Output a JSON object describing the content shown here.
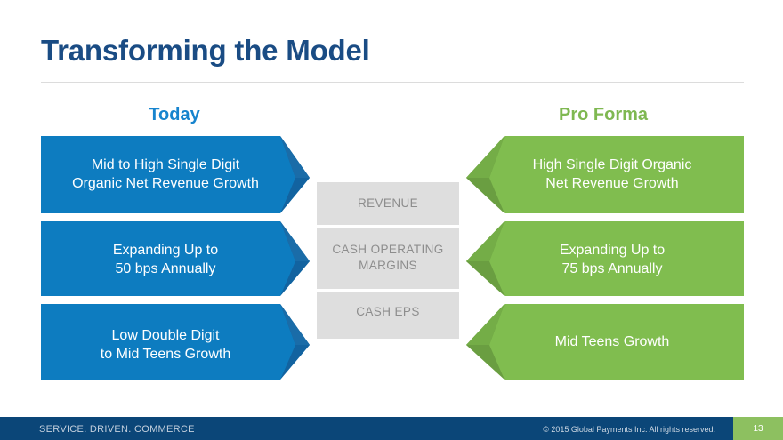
{
  "slide": {
    "title": "Transforming the Model",
    "page_number": "13"
  },
  "columns": {
    "left_heading": "Today",
    "right_heading": "Pro Forma"
  },
  "rows": [
    {
      "metric": "REVENUE",
      "today": "Mid to High Single Digit\nOrganic Net Revenue Growth",
      "pro_forma": "High Single Digit Organic\nNet Revenue Growth"
    },
    {
      "metric": "CASH OPERATING\nMARGINS",
      "today": "Expanding Up to\n50 bps Annually",
      "pro_forma": "Expanding Up to\n75 bps Annually"
    },
    {
      "metric": "CASH EPS",
      "today": "Low Double Digit\nto Mid Teens Growth",
      "pro_forma": "Mid Teens Growth"
    }
  ],
  "footer": {
    "tagline": "SERVICE. DRIVEN. COMMERCE",
    "copyright": "© 2015 Global Payments Inc. All rights reserved."
  },
  "colors": {
    "title_navy": "#1a4c84",
    "today_blue": "#1784ce",
    "proforma_green": "#7fb851",
    "arrow_blue": "#0d7cc0",
    "arrow_blue_dark": "#1263a0",
    "arrow_green": "#80bd4f",
    "arrow_green_dark": "#6a9e41",
    "center_grey": "#dedede",
    "footer_navy": "#0b4678",
    "page_badge_green": "#8dc060"
  }
}
